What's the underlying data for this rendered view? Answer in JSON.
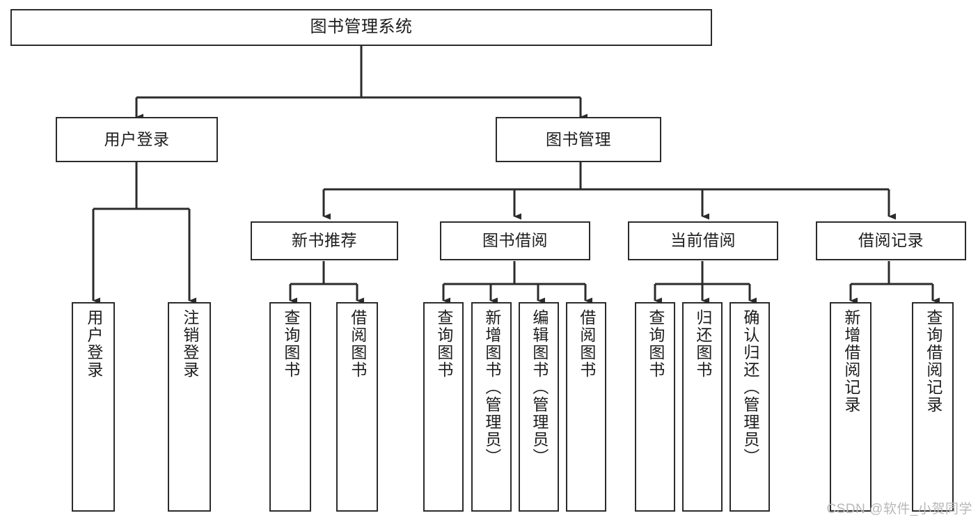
{
  "diagram": {
    "type": "tree-hierarchy",
    "title": "图书管理系统",
    "watermark": "CSDN @软件_小贺同学",
    "colors": {
      "box_border": "#2b2b2b",
      "box_fill": "#ffffff",
      "line": "#2b2b2b",
      "text": "#1d1d1d",
      "watermark": "#b8b8b8",
      "background": "#ffffff"
    },
    "levels": [
      {
        "level": 0,
        "nodes": [
          {
            "id": "root",
            "label": "图书管理系统"
          }
        ]
      },
      {
        "level": 1,
        "nodes": [
          {
            "id": "user-login",
            "label": "用户登录",
            "parent": "root"
          },
          {
            "id": "book-manage",
            "label": "图书管理",
            "parent": "root"
          }
        ]
      },
      {
        "level": 2,
        "nodes": [
          {
            "id": "new-book-rec",
            "label": "新书推荐",
            "parent": "book-manage"
          },
          {
            "id": "book-borrow",
            "label": "图书借阅",
            "parent": "book-manage"
          },
          {
            "id": "current-borrow",
            "label": "当前借阅",
            "parent": "book-manage"
          },
          {
            "id": "borrow-record",
            "label": "借阅记录",
            "parent": "book-manage"
          }
        ]
      },
      {
        "level": 3,
        "nodes": [
          {
            "id": "leaf-user-login",
            "label": "用户登录",
            "parent": "user-login"
          },
          {
            "id": "leaf-user-logout",
            "label": "注销登录",
            "parent": "user-login"
          },
          {
            "id": "leaf-query-book-1",
            "label": "查询图书",
            "parent": "new-book-rec"
          },
          {
            "id": "leaf-borrow-book-1",
            "label": "借阅图书",
            "parent": "new-book-rec"
          },
          {
            "id": "leaf-query-book-2",
            "label": "查询图书",
            "parent": "book-borrow"
          },
          {
            "id": "leaf-add-book",
            "label": "新增图书（管理员）",
            "parent": "book-borrow"
          },
          {
            "id": "leaf-edit-book",
            "label": "编辑图书（管理员）",
            "parent": "book-borrow"
          },
          {
            "id": "leaf-borrow-book-2",
            "label": "借阅图书",
            "parent": "book-borrow"
          },
          {
            "id": "leaf-query-book-3",
            "label": "查询图书",
            "parent": "current-borrow"
          },
          {
            "id": "leaf-return-book",
            "label": "归还图书",
            "parent": "current-borrow"
          },
          {
            "id": "leaf-confirm-return",
            "label": "确认归还（管理员）",
            "parent": "current-borrow"
          },
          {
            "id": "leaf-add-record",
            "label": "新增借阅记录",
            "parent": "borrow-record"
          },
          {
            "id": "leaf-query-record",
            "label": "查询借阅记录",
            "parent": "borrow-record"
          }
        ]
      }
    ]
  }
}
